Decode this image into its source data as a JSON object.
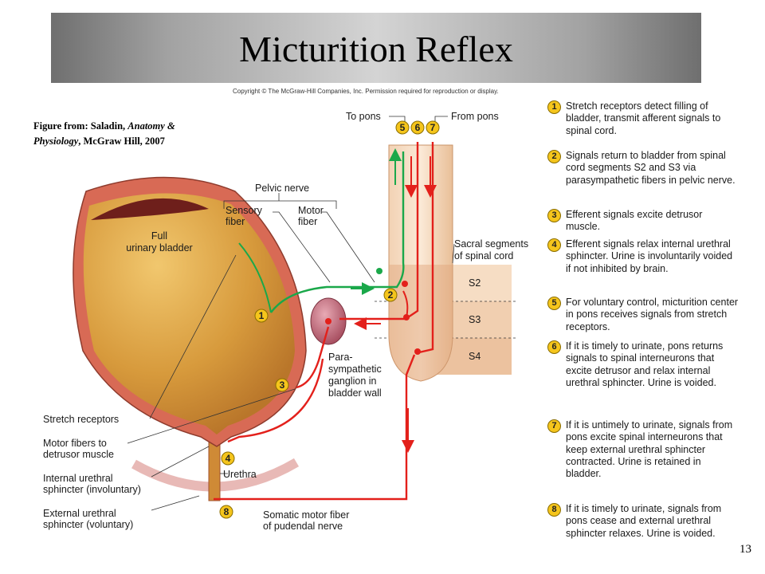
{
  "title": "Micturition Reflex",
  "copyright": "Copyright © The McGraw-Hill Companies, Inc. Permission required for reproduction or display.",
  "credit": {
    "prefix": "Figure from: Saladin, ",
    "book": "Anatomy & Physiology",
    "suffix": ", McGraw Hill, 2007"
  },
  "slide_number": "13",
  "labels": {
    "to_pons": "To pons",
    "from_pons": "From pons",
    "pelvic_nerve": "Pelvic nerve",
    "sensory_fiber": [
      "Sensory",
      "fiber"
    ],
    "motor_fiber": [
      "Motor",
      "fiber"
    ],
    "full_bladder": [
      "Full",
      "urinary bladder"
    ],
    "sacral_segments": [
      "Sacral segments",
      "of spinal cord"
    ],
    "s2": "S2",
    "s3": "S3",
    "s4": "S4",
    "ganglion": [
      "Para-",
      "sympathetic",
      "ganglion in",
      "bladder wall"
    ],
    "stretch_receptors": "Stretch receptors",
    "motor_fibers": [
      "Motor fibers to",
      "detrusor muscle"
    ],
    "internal_sphincter": [
      "Internal urethral",
      "sphincter (involuntary)"
    ],
    "external_sphincter": [
      "External urethral",
      "sphincter (voluntary)"
    ],
    "urethra": "Urethra",
    "somatic_fiber": [
      "Somatic motor fiber",
      "of pudendal nerve"
    ]
  },
  "markers": [
    "1",
    "2",
    "3",
    "4",
    "5",
    "6",
    "7",
    "8"
  ],
  "steps": [
    {
      "num": "1",
      "text": "Stretch receptors detect filling of bladder, transmit afferent signals to spinal cord."
    },
    {
      "num": "2",
      "text": "Signals return to bladder from spinal cord segments S2 and S3 via parasympathetic fibers in pelvic nerve."
    },
    {
      "num": "3",
      "text": "Efferent signals excite detrusor muscle."
    },
    {
      "num": "4",
      "text": "Efferent signals relax internal urethral sphincter. Urine is involuntarily voided if not inhibited by brain."
    },
    {
      "num": "5",
      "text": "For voluntary control, micturition center in pons receives signals from stretch receptors."
    },
    {
      "num": "6",
      "text": "If it is timely to urinate, pons returns signals to spinal interneurons that excite detrusor and relax internal urethral sphincter. Urine is voided."
    },
    {
      "num": "7",
      "text": "If it is untimely to urinate, signals from pons excite spinal interneurons that keep external urethral sphincter contracted. Urine is retained in bladder."
    },
    {
      "num": "8",
      "text": "If it is timely to urinate, signals from pons cease and external urethral sphincter relaxes. Urine is voided."
    }
  ],
  "colors": {
    "motor_fiber": "#e3201b",
    "sensory_fiber": "#1aa84a",
    "marker": "#f5c51c",
    "bladder": "#d9a548",
    "bladder_wall": "#d86a55"
  }
}
